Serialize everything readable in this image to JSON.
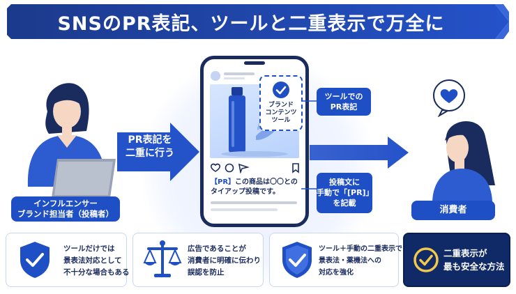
{
  "title": "SNSのPR表記、ツールと二重表示で万全に",
  "influencer_label": [
    "インフルエンサー",
    "ブランド担当者（投稿者）"
  ],
  "arrow_label": [
    "PR表記を",
    "二重に行う"
  ],
  "brand_tool": [
    "ブランド",
    "コンテンツ",
    "ツール"
  ],
  "callout_tool": [
    "ツールでの",
    "PR表記"
  ],
  "callout_manual": [
    "投稿文に",
    "手動で「[PR]」",
    "を記載"
  ],
  "post_caption": {
    "tag": "【PR】",
    "line1_rest": "この商品は〇〇との",
    "line2": "タイアップ投稿です。"
  },
  "consumer_label": "消費者",
  "cards": [
    {
      "icon": "shield-check-icon",
      "lines": [
        "ツールだけでは",
        "景表法対応として",
        "不十分な場合もある"
      ]
    },
    {
      "icon": "scales-icon",
      "lines": [
        "広告であることが",
        "消費者に明確に伝わり",
        "誤認を防止"
      ]
    },
    {
      "icon": "shield-check-icon",
      "lines": [
        "ツール＋手動の二重表示で",
        "景表法・薬機法への",
        "対応を強化"
      ]
    }
  ],
  "final_card": [
    "二重表示が",
    "最も安全な方法"
  ],
  "colors": {
    "navy": "#1a2b5e",
    "blue": "#1f4fc4",
    "dark": "#0f2a66",
    "gold": "#f2c94c"
  }
}
